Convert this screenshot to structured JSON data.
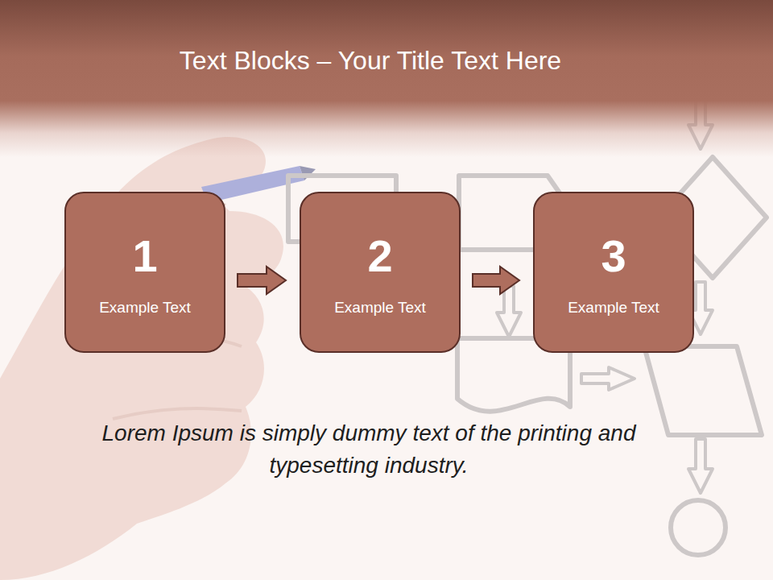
{
  "diagram": {
    "title": "Text Blocks – Your Title Text Here",
    "caption": "Lorem Ipsum is simply dummy text of the printing and typesetting industry.",
    "nodes": [
      {
        "text": [
          "1",
          "Example Text"
        ]
      },
      {
        "text": [
          "2",
          "Example Text"
        ]
      },
      {
        "text": [
          "3",
          "Example Text"
        ]
      }
    ],
    "edges": [
      {
        "from": 0,
        "to": 1,
        "arrow": "to"
      },
      {
        "from": 1,
        "to": 2,
        "arrow": "to"
      }
    ]
  }
}
